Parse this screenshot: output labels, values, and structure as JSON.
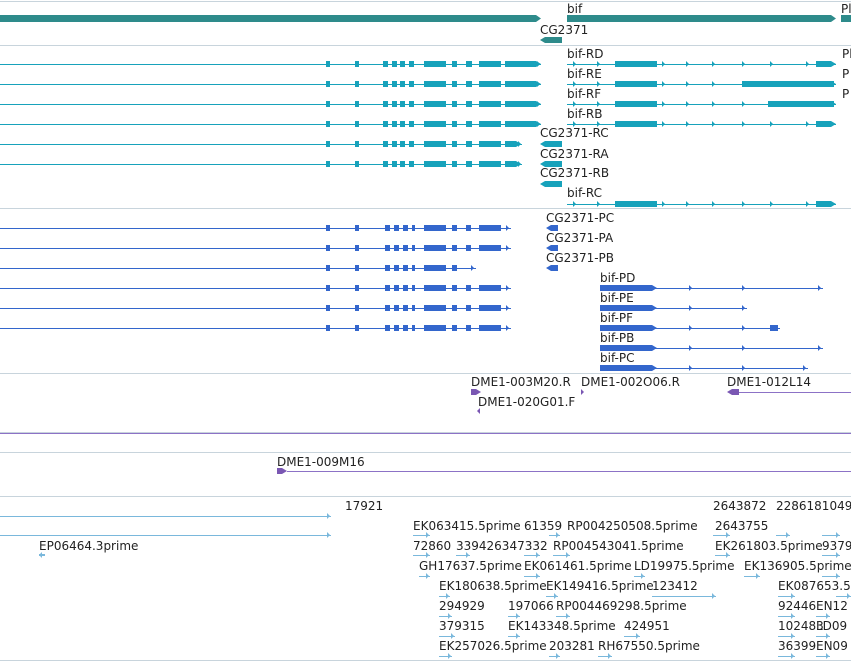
{
  "colors": {
    "background": "#ffffff",
    "divider": "#c8d4dc",
    "gene_summary": "#2e8b8b",
    "flybase_transcript": "#17a2bb",
    "protein": "#3366cc",
    "probe": "#7a57b3",
    "probe_line": "#8c72c6",
    "est": "#7ab8dc",
    "text": "#222222"
  },
  "tracks": {
    "gene_summary": {
      "labels": [
        "bif",
        "CG2371",
        "Pl"
      ]
    },
    "transcripts": {
      "labels": [
        "bif-RD",
        "Pl",
        "bif-RE",
        "P",
        "bif-RF",
        "P",
        "bif-RB",
        "CG2371-RC",
        "CG2371-RA",
        "CG2371-RB",
        "bif-RC"
      ]
    },
    "proteins": {
      "labels": [
        "CG2371-PC",
        "CG2371-PA",
        "CG2371-PB",
        "bif-PD",
        "bif-PE",
        "bif-PF",
        "bif-PB",
        "bif-PC"
      ]
    },
    "probes": {
      "labels": [
        "DME1-003M20.R",
        "DME1-002O06.R",
        "DME1-012L14",
        "DME1-020G01.F"
      ]
    },
    "probes2": {
      "labels": [
        "DME1-009M16"
      ]
    },
    "ests": {
      "labels": [
        "17921",
        "2643872",
        "2286181049",
        "EK063415.5prime",
        "61359",
        "RP004250508.5prime",
        "2643755",
        "EP06464.3prime",
        "72860",
        "339426347332",
        "RP004543041.5prime",
        "EK261803.5prime",
        "9379",
        "GH17637.5prime",
        "EK061461.5prime",
        "LD19975.5prime",
        "EK136905.5prime",
        "EK180638.5prime",
        "EK149416.5prime",
        "123412",
        "EK087653.5",
        "294929",
        "197066",
        "RP004469298.5prime",
        "92446",
        "EN12",
        "379315",
        "EK143348.5prime",
        "424951",
        "102483",
        "LD09",
        "EK257026.5prime",
        "203281",
        "RH67550.5prime",
        "36399",
        "EN09"
      ]
    }
  }
}
